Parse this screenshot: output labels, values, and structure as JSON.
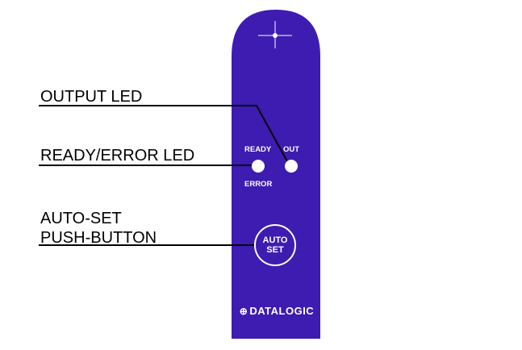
{
  "colors": {
    "panel": "#3e1bb1",
    "led": "#ffffff",
    "text": "#000000",
    "panel_text": "#ffffff"
  },
  "callouts": {
    "output_led": "OUTPUT LED",
    "ready_error_led": "READY/ERROR LED",
    "auto_set_line1": "AUTO-SET",
    "auto_set_line2": "PUSH-BUTTON"
  },
  "panel": {
    "ready_label": "READY",
    "out_label": "OUT",
    "error_label": "ERROR",
    "button_line1": "AUTO",
    "button_line2": "SET",
    "brand_mark": "⊕",
    "brand_name": "DATALOGIC"
  },
  "icons": {
    "crosshair": "crosshair-icon",
    "brand": "datalogic-logo-icon"
  }
}
